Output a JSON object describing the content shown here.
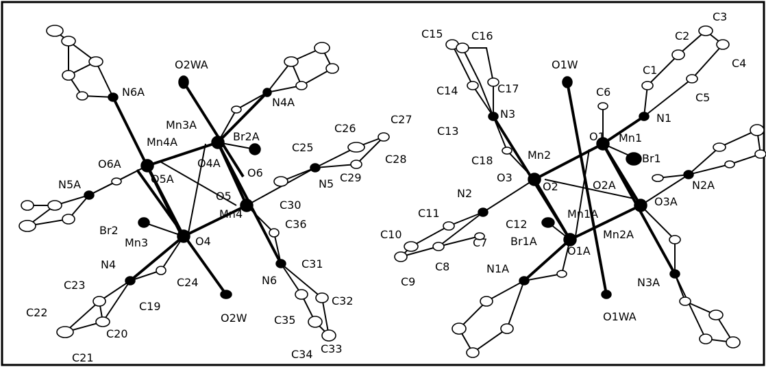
{
  "figure": {
    "left_molecule": {
      "labels": [
        "N6A",
        "O2WA",
        "N4A",
        "Mn3A",
        "Br2A",
        "C26",
        "C27",
        "Mn4A",
        "C25",
        "O6A",
        "O4A",
        "O6",
        "C28",
        "N5A",
        "O5A",
        "O5",
        "N5",
        "C29",
        "Mn4",
        "C30",
        "Br2",
        "C36",
        "Mn3",
        "O4",
        "N4",
        "C24",
        "C31",
        "C23",
        "C19",
        "N6",
        "C32",
        "C22",
        "O2W",
        "C20",
        "C35",
        "C21",
        "C34",
        "C33"
      ]
    },
    "right_molecule": {
      "labels": [
        "C15",
        "C16",
        "C3",
        "C2",
        "O1W",
        "C1",
        "C4",
        "C14",
        "C17",
        "C6",
        "C5",
        "N3",
        "N1",
        "C13",
        "O1",
        "Mn1",
        "C18",
        "Mn2",
        "Br1",
        "O3",
        "O2",
        "O2A",
        "N2A",
        "N2",
        "Mn1A",
        "O3A",
        "C11",
        "C12",
        "Mn2A",
        "C10",
        "Br1A",
        "O1A",
        "C7",
        "C8",
        "N1A",
        "C9",
        "N3A",
        "O1WA"
      ]
    }
  }
}
